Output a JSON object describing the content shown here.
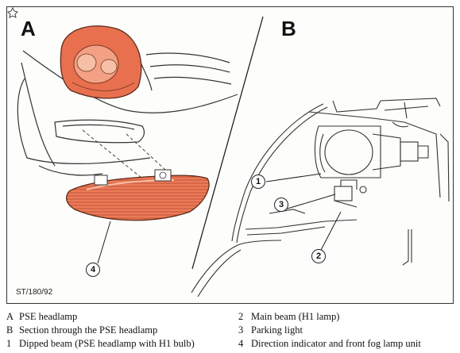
{
  "figure": {
    "panel_a_label": "A",
    "panel_b_label": "B",
    "reference_code": "ST/180/92",
    "callouts": {
      "c1": "1",
      "c2": "2",
      "c3": "3",
      "c4": "4"
    },
    "lamp_color": "#e8704f"
  },
  "legend": {
    "left": [
      {
        "key": "A",
        "text": "PSE headlamp"
      },
      {
        "key": "B",
        "text": "Section through the PSE headlamp"
      },
      {
        "key": "1",
        "text": "Dipped beam (PSE headlamp with H1 bulb)"
      }
    ],
    "right": [
      {
        "key": "2",
        "text": "Main beam (H1 lamp)"
      },
      {
        "key": "3",
        "text": "Parking light"
      },
      {
        "key": "4",
        "text": "Direction indicator and front fog lamp unit"
      }
    ]
  }
}
